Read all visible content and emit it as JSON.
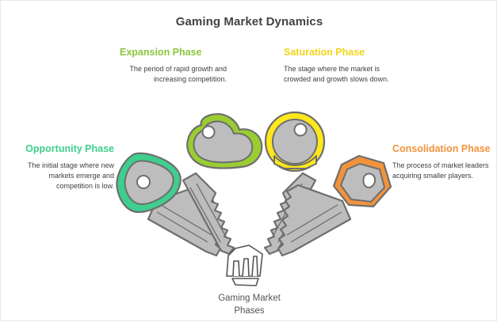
{
  "header": {
    "title": "Gaming Market Dynamics"
  },
  "caption": {
    "line1": "Gaming Market",
    "line2": "Phases"
  },
  "colors": {
    "opportunity": "#3ECF8E",
    "expansion": "#8CC63E",
    "saturation": "#F2D51B",
    "consolidation": "#F2933C",
    "key_body": "#BDBDBD",
    "key_outline": "#6E6E6E",
    "title_text": "#434343",
    "body_text": "#3f3f3f",
    "caption_text": "#555555",
    "background": "#ffffff"
  },
  "phases": [
    {
      "id": "opportunity",
      "title": "Opportunity Phase",
      "description": "The initial stage where new markets emerge and competition is low.",
      "color": "#3ECF8E",
      "icon": "key-icon",
      "bow_shape": "rounded-square"
    },
    {
      "id": "expansion",
      "title": "Expansion Phase",
      "description": "The period of rapid growth and increasing competition.",
      "color": "#8CC63E",
      "icon": "key-icon",
      "bow_shape": "clover"
    },
    {
      "id": "saturation",
      "title": "Saturation Phase",
      "description": "The stage where the market is crowded and growth slows down.",
      "color": "#F2D51B",
      "icon": "key-icon",
      "bow_shape": "circle"
    },
    {
      "id": "consolidation",
      "title": "Consolidation Phase",
      "description": "The process of market leaders acquiring smaller players.",
      "color": "#F2933C",
      "icon": "key-icon",
      "bow_shape": "hexagon"
    }
  ],
  "center_icon": {
    "name": "key-bit-icon"
  }
}
